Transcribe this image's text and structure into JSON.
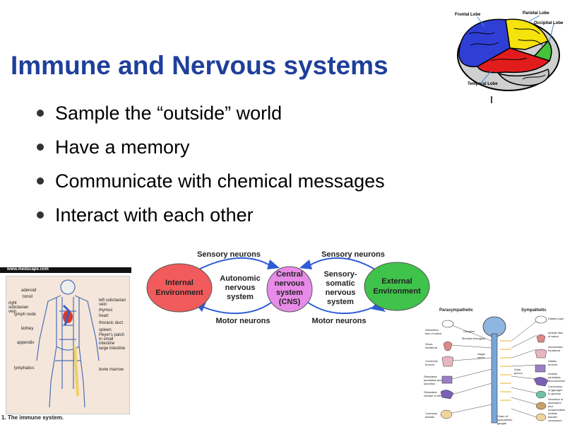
{
  "slide": {
    "title": "Immune and Nervous systems",
    "bullets": [
      "Sample the “outside” world",
      "Have a memory",
      "Communicate with chemical messages",
      "Interact with each other"
    ]
  },
  "brain_figure": {
    "frontal": "Frontal Lobe",
    "parietal": "Parietal Lobe",
    "occipital": "Occipital Lobe",
    "temporal": "Temporal Lobe"
  },
  "flow_diagram": {
    "sensory_left": "Sensory neurons",
    "sensory_right": "Sensory neurons",
    "motor_left": "Motor neurons",
    "motor_right": "Motor neurons",
    "internal_1": "Internal",
    "internal_2": "Environment",
    "external_1": "External",
    "external_2": "Environment",
    "cns_1": "Central",
    "cns_2": "nervous",
    "cns_3": "system",
    "cns_4": "(CNS)",
    "autonomic_1": "Autonomic",
    "autonomic_2": "nervous",
    "autonomic_3": "system",
    "somatic_1": "Sensory-",
    "somatic_2": "somatic",
    "somatic_3": "nervous",
    "somatic_4": "system"
  },
  "immune_figure": {
    "source": "www.medscape.com",
    "caption": "1.  The immune system.",
    "labels_left": [
      "adenoid",
      "tonsil",
      "right subclavian vein",
      "lymph node",
      "kidney",
      "appendix",
      "lymphatics"
    ],
    "labels_right": [
      "left subclavian vein",
      "thymus",
      "heart",
      "thoracic duct",
      "spleen",
      "Peyer's patch in small intestine",
      "large intestine",
      "bone marrow"
    ]
  },
  "autonomic_figure": {
    "parasympathetic": "Parasympathetic",
    "sympathetic": "Sympathetic",
    "left_labels": [
      "Stimulates flow of saliva",
      "Slows heartbeat",
      "Constricts bronchi",
      "Stimulates peristalsis and secretion",
      "Stimulates release of bile",
      "Contracts bladder"
    ],
    "right_labels": [
      "Dilates pupil",
      "Inhibits flow of saliva",
      "Accelerates heartbeat",
      "Dilates bronchi",
      "Inhibits peristalsis and secretion",
      "Conversion of glycogen to glucose",
      "Secretion of adrenaline and noradrenaline",
      "Inhibits bladder contraction"
    ],
    "center_labels": [
      "Ganglion",
      "Medulla oblongata",
      "Vagus nerve",
      "Solar plexus",
      "Chain of sympathetic ganglia"
    ]
  },
  "colors": {
    "title": "#1f3f9a",
    "internal": "#f25b5b",
    "external": "#3fc34a",
    "cns": "#e88be8",
    "arrow": "#2e5bd6"
  }
}
